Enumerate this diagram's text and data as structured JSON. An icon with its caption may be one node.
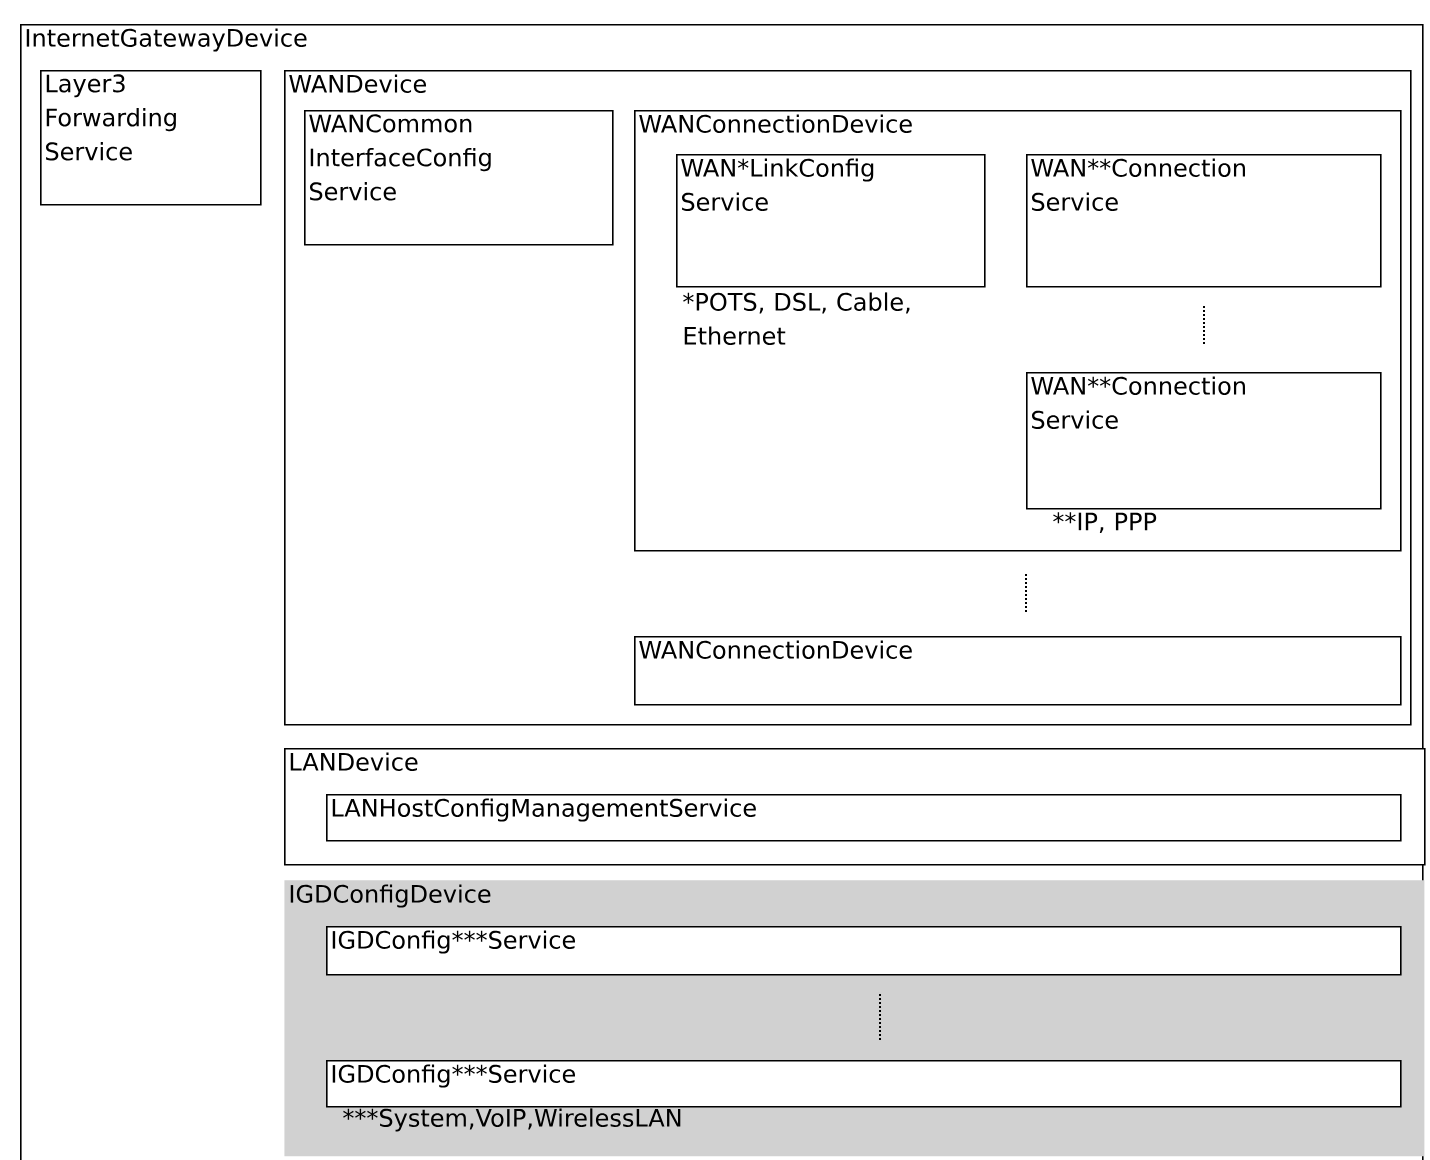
{
  "diagram": {
    "nodes": [
      {
        "text": [
          "InternetGatewayDevice"
        ]
      },
      {
        "text": [
          "Layer3 Forwarding Service"
        ],
        "in": 0
      },
      {
        "text": [
          "WANDevice"
        ],
        "in": 0
      },
      {
        "text": [
          "WANCommon InterfaceConfig Service"
        ],
        "in": 2
      },
      {
        "text": [
          "WANConnectionDevice"
        ],
        "in": 2
      },
      {
        "text": [
          "WAN*LinkConfig Service"
        ],
        "in": 4,
        "beside": [
          "*POTS, DSL, Cable, Ethernet"
        ]
      },
      {
        "text": [
          "WAN**Connection Service"
        ],
        "in": 4
      },
      {
        "text": [
          "WAN**Connection Service"
        ],
        "in": 4,
        "beside": [
          "**IP, PPP"
        ]
      },
      {
        "text": [
          "WANConnectionDevice"
        ],
        "in": 2
      },
      {
        "text": [
          "LANDevice"
        ],
        "in": 0
      },
      {
        "text": [
          "LANHostConfigManagementService"
        ],
        "in": 9
      },
      {
        "text": [
          "IGDConfigDevice"
        ],
        "in": 0
      },
      {
        "text": [
          "IGDConfig***Service"
        ],
        "in": 11
      },
      {
        "text": [
          "IGDConfig***Service"
        ],
        "in": 11,
        "beside": [
          "***System,VoIP,WirelessLAN"
        ]
      }
    ]
  }
}
